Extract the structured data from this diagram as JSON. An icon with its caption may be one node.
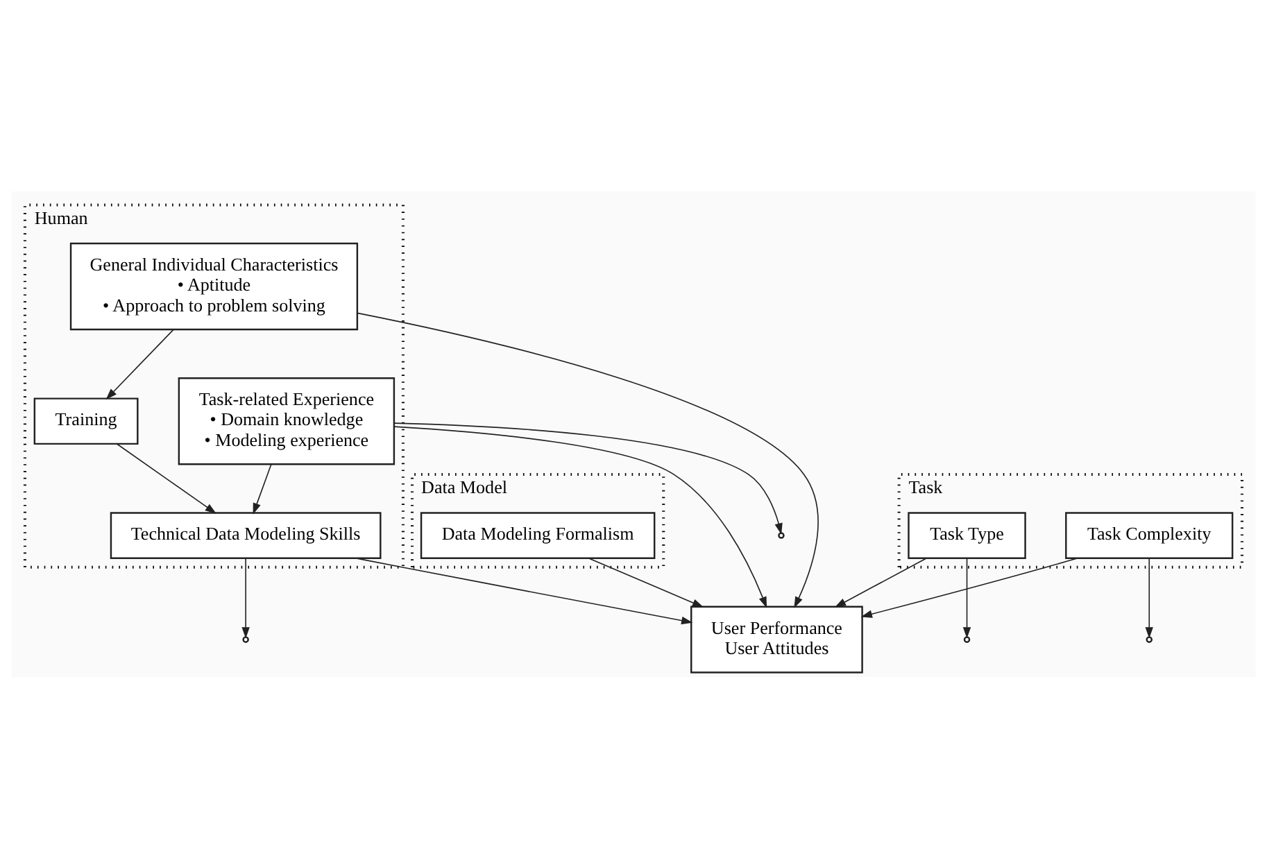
{
  "diagram": {
    "nodes": [
      {
        "text": [
          "Data Model"
        ]
      },
      {
        "text": [
          "Data Modeling Formalism"
        ],
        "in": 0
      },
      {
        "text": [
          "Human"
        ]
      },
      {
        "text": [
          "Training"
        ],
        "in": 2
      },
      {
        "text": [
          "Task"
        ]
      },
      {
        "text": [
          "Task Type"
        ],
        "in": 4
      },
      {
        "text": [
          "Technical Data Modeling Skills"
        ],
        "in": 2
      },
      {
        "text": [
          "Task Complexity"
        ],
        "in": 4
      },
      {
        "text": [
          "Task-related Experience",
          "• Domain knowledge",
          "• Modeling experience"
        ],
        "in": 2
      },
      {
        "text": [
          "User Performance",
          "User Attitudes"
        ]
      },
      {
        "text": [
          "General Individual Characteristics",
          "• Aptitude",
          "• Approach to problem solving"
        ],
        "in": 2
      }
    ],
    "edges": [
      {
        "from": 1,
        "to": 9,
        "arrow": "to"
      },
      {
        "from": 5,
        "to": null,
        "arrow": "to"
      },
      {
        "from": 7,
        "to": null,
        "arrow": "to"
      },
      {
        "from": 6,
        "to": null,
        "arrow": "to"
      },
      {
        "from": 8,
        "to": null,
        "arrow": "to"
      },
      {
        "from": 5,
        "to": 9,
        "arrow": "to"
      },
      {
        "from": 7,
        "to": 9,
        "arrow": "to"
      },
      {
        "from": 6,
        "to": 9,
        "arrow": "to"
      },
      {
        "from": 8,
        "to": 9,
        "arrow": "to"
      },
      {
        "from": 10,
        "to": 9,
        "arrow": "to"
      },
      {
        "from": 8,
        "to": 6,
        "arrow": "to"
      },
      {
        "from": 10,
        "to": 3,
        "arrow": "to"
      },
      {
        "from": 3,
        "to": 6,
        "arrow": "to"
      }
    ]
  }
}
